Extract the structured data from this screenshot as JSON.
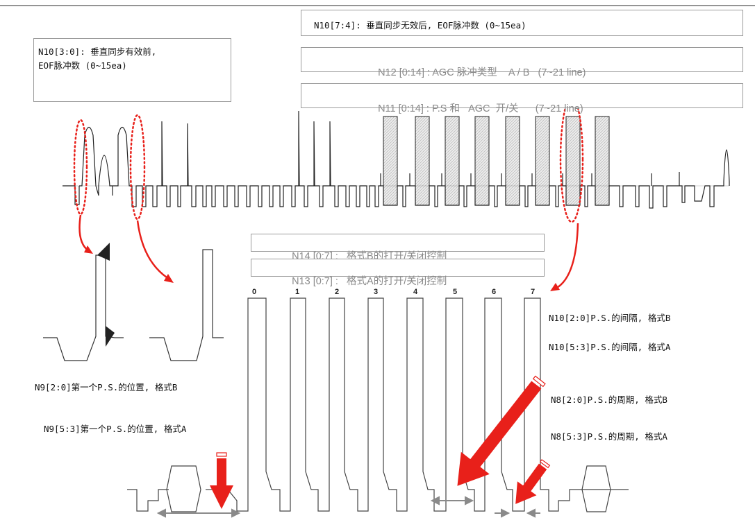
{
  "boxes": {
    "n10_upper": "N10[7:4]: 垂直同步无效后, EOF脉冲数 (0~15ea)",
    "n10_lower_line1": "N10[3:0]: 垂直同步有效前,",
    "n10_lower_line2": "EOF脉冲数 (0~15ea)",
    "n12": "N12 [0:14] : AGC 脉冲类型    A / B   (7~21 line)",
    "n11": "N11 [0:14] : P.S 和   AGC  开/关      (7~21 line)",
    "n14": "N14 [0:7] :   格式B的打开/关闭控制",
    "n13": "N13 [0:7] :   格式A的打开/关闭控制"
  },
  "pulse_indices": [
    "0",
    "1",
    "2",
    "3",
    "4",
    "5",
    "6",
    "7"
  ],
  "labels": {
    "n10_20": "N10[2:0]P.S.的间隔, 格式B",
    "n10_53": "N10[5:3]P.S.的间隔, 格式A",
    "n8_20": "N8[2:0]P.S.的周期, 格式B",
    "n8_53": "N8[5:3]P.S.的周期, 格式A",
    "n9_20": "N9[2:0]第一个P.S.的位置, 格式B",
    "n9_53": "N9[5:3]第一个P.S.的位置, 格式A"
  },
  "colors": {
    "arrow": "#e8201a",
    "line": "#333333",
    "hatch": "#d8d8d8"
  }
}
